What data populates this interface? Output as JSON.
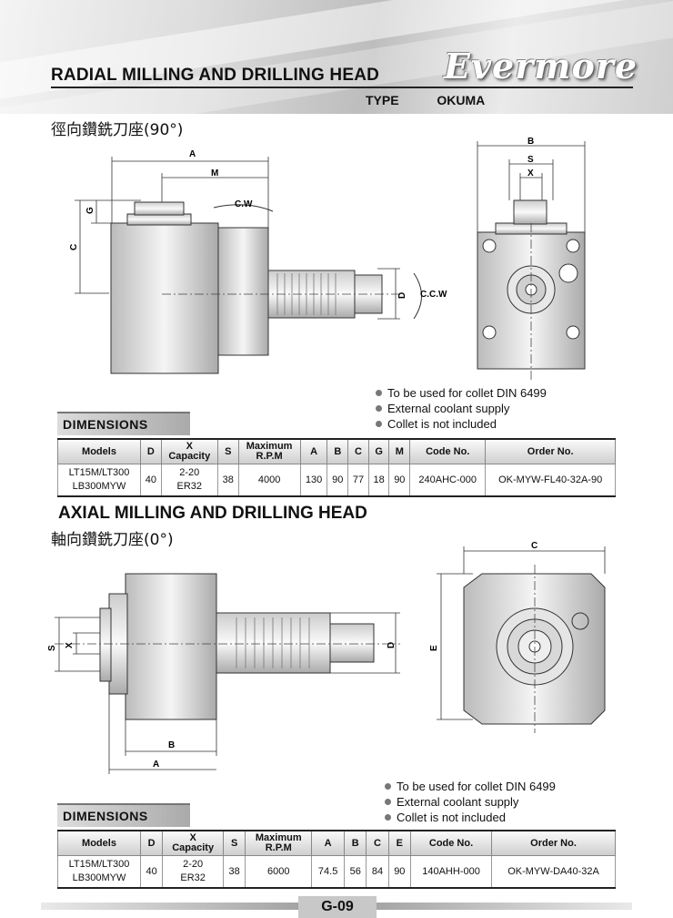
{
  "brand": {
    "logo_text": "Evermore"
  },
  "radial": {
    "title": "RADIAL MILLING AND DRILLING HEAD",
    "type_label": "TYPE",
    "type_value": "OKUMA",
    "subtitle": "徑向鑽銑刀座(90°)",
    "drawing": {
      "A": "A",
      "M": "M",
      "G": "G",
      "C": "C",
      "D": "D",
      "cw": "C.W",
      "ccw": "C.C.W",
      "B": "B",
      "S": "S",
      "X": "X"
    },
    "notes": [
      "To be used for collet DIN 6499",
      "External coolant supply",
      "Collet is not included"
    ],
    "dimensions_label": "DIMENSIONS",
    "table": {
      "headers": {
        "models": "Models",
        "d": "D",
        "x1": "X",
        "x2": "Capacity",
        "s": "S",
        "rpm1": "Maximum",
        "rpm2": "R.P.M",
        "a": "A",
        "b": "B",
        "c": "C",
        "g": "G",
        "m": "M",
        "code": "Code No.",
        "order": "Order No."
      },
      "row": {
        "model1": "LT15M/LT300",
        "model2": "LB300MYW",
        "d": "40",
        "x1": "2-20",
        "x2": "ER32",
        "s": "38",
        "rpm": "4000",
        "a": "130",
        "b": "90",
        "c": "77",
        "g": "18",
        "m": "90",
        "code": "240AHC-000",
        "order": "OK-MYW-FL40-32A-90"
      }
    }
  },
  "axial": {
    "title": "AXIAL MILLING AND DRILLING HEAD",
    "subtitle": "軸向鑽銑刀座(0°)",
    "drawing": {
      "S": "S",
      "X": "X",
      "D": "D",
      "B": "B",
      "A": "A",
      "C": "C",
      "E": "E"
    },
    "notes": [
      "To be used for collet DIN 6499",
      "External coolant supply",
      "Collet is not included"
    ],
    "dimensions_label": "DIMENSIONS",
    "table": {
      "headers": {
        "models": "Models",
        "d": "D",
        "x1": "X",
        "x2": "Capacity",
        "s": "S",
        "rpm1": "Maximum",
        "rpm2": "R.P.M",
        "a": "A",
        "b": "B",
        "c": "C",
        "e": "E",
        "code": "Code No.",
        "order": "Order No."
      },
      "row": {
        "model1": "LT15M/LT300",
        "model2": "LB300MYW",
        "d": "40",
        "x1": "2-20",
        "x2": "ER32",
        "s": "38",
        "rpm": "6000",
        "a": "74.5",
        "b": "56",
        "c": "84",
        "e": "90",
        "code": "140AHH-000",
        "order": "OK-MYW-DA40-32A"
      }
    }
  },
  "footer": {
    "page": "G-09"
  }
}
